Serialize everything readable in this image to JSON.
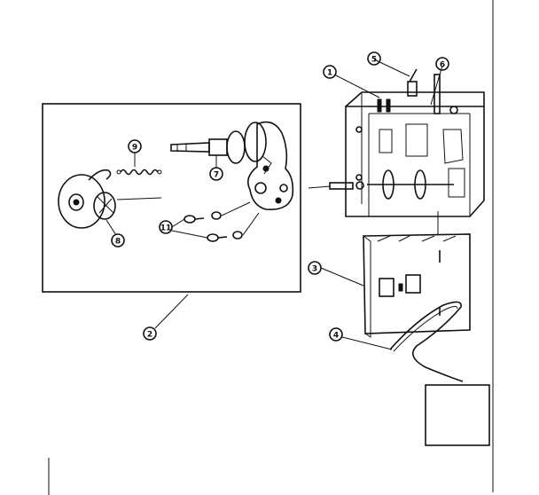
{
  "diagram": {
    "callouts": [
      {
        "id": "c1",
        "label": "1"
      },
      {
        "id": "c2",
        "label": "2"
      },
      {
        "id": "c3",
        "label": "3"
      },
      {
        "id": "c4",
        "label": "4"
      },
      {
        "id": "c5",
        "label": "5"
      },
      {
        "id": "c6",
        "label": "6"
      },
      {
        "id": "c7",
        "label": "7"
      },
      {
        "id": "c8",
        "label": "8"
      },
      {
        "id": "c9",
        "label": "9"
      },
      {
        "id": "c11",
        "label": "11"
      }
    ]
  }
}
